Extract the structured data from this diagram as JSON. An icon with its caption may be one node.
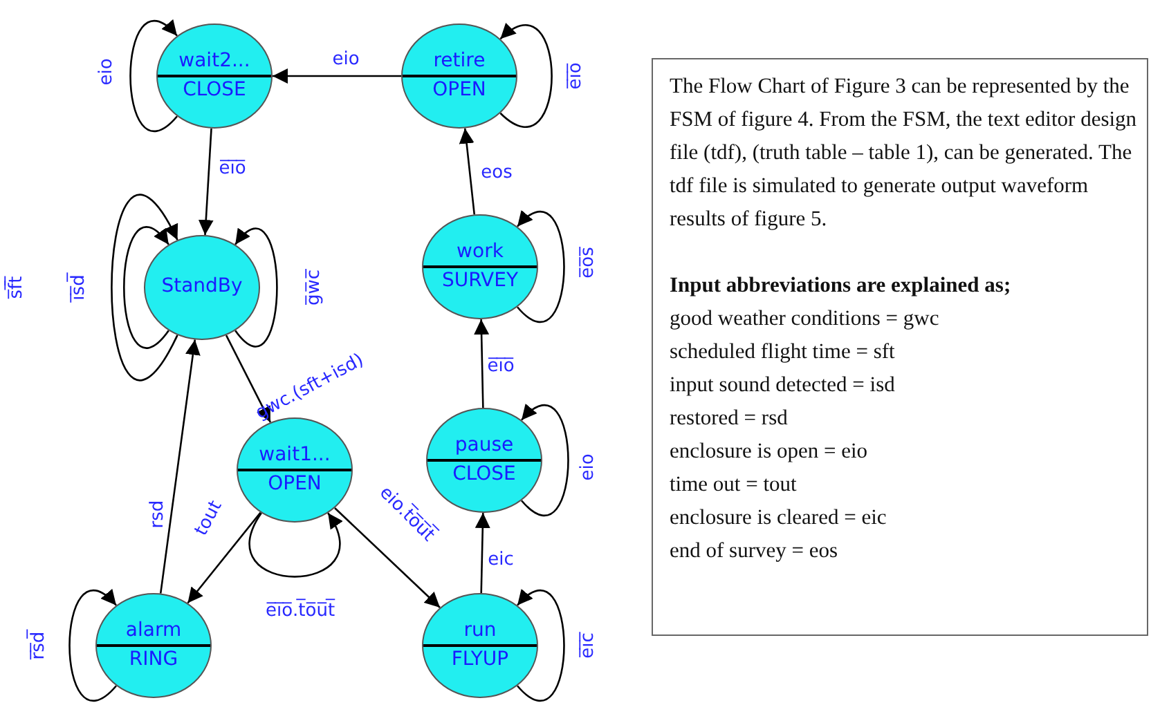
{
  "diagram": {
    "nodes": [
      {
        "text": [
          "wait2...",
          "CLOSE"
        ]
      },
      {
        "text": [
          "retire",
          "OPEN"
        ]
      },
      {
        "text": [
          "StandBy"
        ]
      },
      {
        "text": [
          "work",
          "SURVEY"
        ]
      },
      {
        "text": [
          "wait1...",
          "OPEN"
        ]
      },
      {
        "text": [
          "pause",
          "CLOSE"
        ]
      },
      {
        "text": [
          "alarm",
          "RING"
        ]
      },
      {
        "text": [
          "run",
          "FLYUP"
        ]
      },
      {
        "text": [
          "The Flow Chart of Figure 3 can be represented by the FSM of figure 4. From the FSM, the text editor design file (tdf), (truth table – table 1), can be generated. The tdf file is simulated to generate output waveform results of figure 5.",
          "Input abbreviations are explained as;",
          "good weather conditions = gwc",
          "scheduled flight time = sft",
          "input sound detected = isd",
          "restored = rsd",
          "enclosure is open = eio",
          "time out = tout",
          "enclosure is cleared = eic",
          "end of survey = eos"
        ]
      }
    ],
    "edges": [
      {
        "from": 1,
        "to": 0,
        "arrow": "to",
        "label": "eio"
      },
      {
        "from": 1,
        "to": 1,
        "arrow": "to",
        "label": "e̅i̅o̅"
      },
      {
        "from": 0,
        "to": 0,
        "arrow": "to",
        "label": "eio"
      },
      {
        "from": 0,
        "to": 2,
        "arrow": "to",
        "label": "e̅i̅o̅"
      },
      {
        "from": 2,
        "to": 2,
        "arrow": "to",
        "label": "s̅f̅t̅"
      },
      {
        "from": 2,
        "to": 2,
        "arrow": "to",
        "label": "i̅s̅d̅"
      },
      {
        "from": 2,
        "to": 2,
        "arrow": "to",
        "label": "g̅w̅c̅"
      },
      {
        "from": 2,
        "to": 4,
        "arrow": "to",
        "label": "gwc.(sft+isd)"
      },
      {
        "from": 4,
        "to": 6,
        "arrow": "to",
        "label": "tout"
      },
      {
        "from": 6,
        "to": 2,
        "arrow": "to",
        "label": "rsd"
      },
      {
        "from": 6,
        "to": 6,
        "arrow": "to",
        "label": "r̅s̅d̅"
      },
      {
        "from": 4,
        "to": 4,
        "arrow": "to",
        "label": "e̅i̅o̅.t̅o̅u̅t̅"
      },
      {
        "from": 4,
        "to": 7,
        "arrow": "to",
        "label": "eio.t̅o̅u̅t̅"
      },
      {
        "from": 7,
        "to": 7,
        "arrow": "to",
        "label": "e̅i̅c̅"
      },
      {
        "from": 7,
        "to": 5,
        "arrow": "to",
        "label": "eic"
      },
      {
        "from": 5,
        "to": 5,
        "arrow": "to",
        "label": "eio"
      },
      {
        "from": 5,
        "to": 3,
        "arrow": "to",
        "label": "e̅i̅o̅"
      },
      {
        "from": 3,
        "to": 3,
        "arrow": "to",
        "label": "e̅o̅s̅"
      },
      {
        "from": 3,
        "to": 1,
        "arrow": "to",
        "label": "eos"
      }
    ]
  }
}
